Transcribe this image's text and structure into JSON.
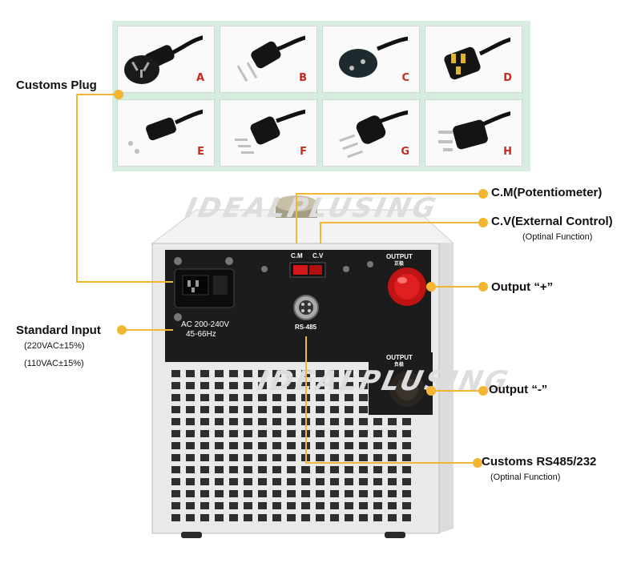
{
  "plugs": [
    {
      "letter": "A"
    },
    {
      "letter": "B"
    },
    {
      "letter": "C"
    },
    {
      "letter": "D"
    },
    {
      "letter": "E"
    },
    {
      "letter": "F"
    },
    {
      "letter": "G"
    },
    {
      "letter": "H"
    }
  ],
  "callouts": {
    "customs_plug": "Customs Plug",
    "cm": "C.M(Potentiometer)",
    "cv": "C.V(External Control)",
    "cv_note": "(Optinal Function)",
    "output_plus": "Output “+”",
    "standard_input": "Standard Input",
    "input_220": "(220VAC±15%)",
    "input_110": "(110VAC±15%)",
    "output_minus": "Output “-”",
    "rs485": "Customs RS485/232",
    "rs485_note": "(Optinal Function)"
  },
  "device": {
    "ac_line1": "AC 200-240V",
    "ac_line2": "45-66Hz",
    "cm_label": "C.M",
    "cv_label": "C.V",
    "rs485_label": "RS-485",
    "output_plus_label": "OUTPUT",
    "output_plus_cn": "正极",
    "output_minus_label": "OUTPUT",
    "output_minus_cn": "负极",
    "watermark": "IDEALPLUSING"
  },
  "colors": {
    "accent_line": "#f2b632",
    "plug_letter": "#c8281e",
    "grid_bg": "#d5ecdf",
    "panel_black": "#1c1c1c",
    "chassis": "#e9e9ea"
  }
}
